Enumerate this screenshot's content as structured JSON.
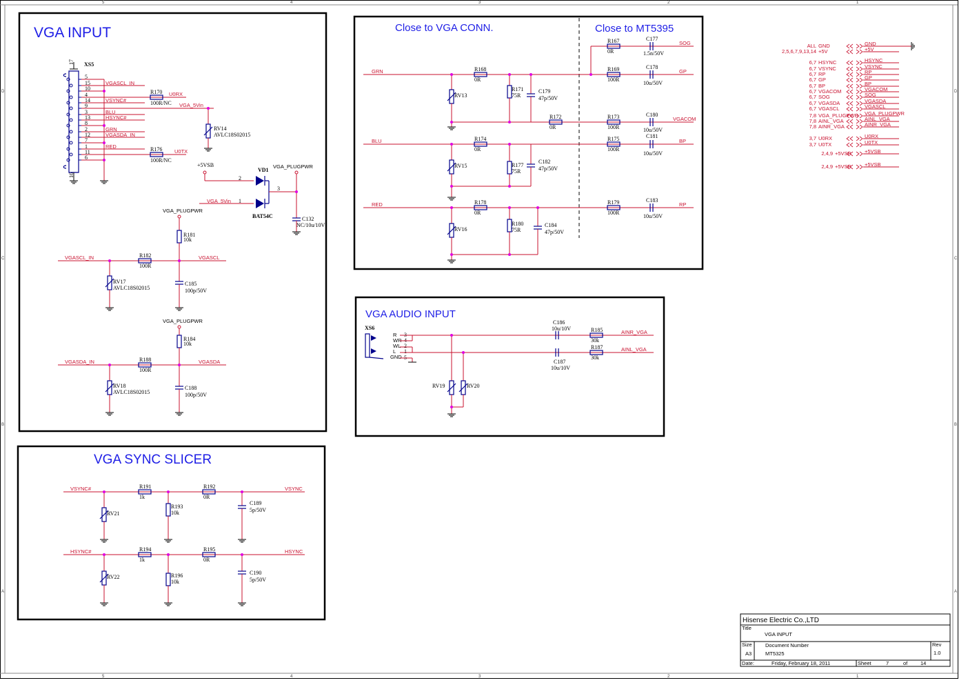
{
  "frame": {
    "col_marks": [
      "5",
      "4",
      "3",
      "2",
      "1"
    ],
    "row_marks": [
      "D",
      "C",
      "B",
      "A"
    ]
  },
  "blocks": {
    "vga_input": "VGA INPUT",
    "close_conn": "Close to VGA CONN.",
    "close_mt": "Close to MT5395",
    "vga_audio": "VGA AUDIO INPUT",
    "sync_slicer": "VGA SYNC SLICER"
  },
  "connector_xs5": {
    "ref": "XS5",
    "top_pin": "17",
    "bottom_pin": "16",
    "pins": [
      "5",
      "15",
      "10",
      "4",
      "14",
      "9",
      "3",
      "13",
      "8",
      "2",
      "12",
      "7",
      "1",
      "11",
      "6"
    ],
    "nets": [
      "VGASCL_IN",
      "VSYNC#",
      "BLU",
      "HSYNC#",
      "GRN",
      "VGASDA_IN",
      "RED"
    ]
  },
  "components": {
    "r170": "R170",
    "r170v": "100R/NC",
    "u0rx": "U0RX",
    "vga5vin": "VGA_5Vin",
    "rv14": "RV14",
    "avlc": "AVLC18S02015",
    "r176": "R176",
    "r176v": "100R/NC",
    "u0tx": "U0TX",
    "p5vsb": "+5VSB",
    "vd1": "VD1",
    "bat": "BAT54C",
    "plugpwr": "VGA_PLUGPWR",
    "c132": "C132",
    "c132v": "NC/10u/10V",
    "r181": "R181",
    "r181v": "10k",
    "r182": "R182",
    "r182v": "100R",
    "vgascl": "VGASCL",
    "vgascl_in": "VGASCL_IN",
    "rv17": "RV17",
    "c185": "C185",
    "c185v": "100p/50V",
    "r184": "R184",
    "r184v": "10k",
    "r188": "R188",
    "r188v": "100R",
    "vgasda": "VGASDA",
    "vgasda_in": "VGASDA_IN",
    "rv18": "RV18",
    "c188": "C188",
    "c188v": "100p/50V",
    "pin1": "1",
    "pin2": "2",
    "pin3": "3"
  },
  "rgb": {
    "r167": "R167",
    "r167v": "0R",
    "c177": "C177",
    "c177v": "1.5n/50V",
    "sog": "SOG",
    "grn": "GRN",
    "r168": "R168",
    "r168v": "0R",
    "r169": "R169",
    "r169v": "100R",
    "c178": "C178",
    "c178v": "10u/50V",
    "gp": "GP",
    "rv13": "RV13",
    "r171": "R171",
    "r171v": "75R",
    "c179": "C179",
    "c179v": "47p/50V",
    "r172": "R172",
    "r172v": "0R",
    "r173": "R173",
    "r173v": "100R",
    "c180": "C180",
    "c180v": "10u/50V",
    "vgacom": "VGACOM",
    "blu": "BLU",
    "r174": "R174",
    "r174v": "0R",
    "r175": "R175",
    "r175v": "100R",
    "c181": "C181",
    "c181v": "10u/50V",
    "bp": "BP",
    "rv15": "RV15",
    "r177": "R177",
    "r177v": "75R",
    "c182": "C182",
    "c182v": "47p/50V",
    "red": "RED",
    "r178": "R178",
    "r178v": "0R",
    "r179": "R179",
    "r179v": "100R",
    "c183": "C183",
    "c183v": "10u/50V",
    "rp": "RP",
    "rv16": "RV16",
    "r180": "R180",
    "r180v": "75R",
    "c184": "C184",
    "c184v": "47p/50V"
  },
  "audio": {
    "xs6": "XS6",
    "pins": [
      "3",
      "4",
      "2",
      "1",
      "5"
    ],
    "plabels": [
      "R",
      "WR",
      "WL",
      "L",
      "GND"
    ],
    "c186": "C186",
    "c186v": "10u/10V",
    "c187": "C187",
    "c187v": "10u/10V",
    "r185": "R185",
    "r185v": "30k",
    "r187": "R187",
    "r187v": "30k",
    "ainr": "AINR_VGA",
    "ainl": "AINL_VGA",
    "rv19": "RV19",
    "rv20": "RV20"
  },
  "slicer": {
    "vsync_in": "VSYNC#",
    "vsync": "VSYNC",
    "hsync_in": "HSYNC#",
    "hsync": "HSYNC",
    "r191": "R191",
    "r191v": "1k",
    "r192": "R192",
    "r192v": "0R",
    "r193": "R193",
    "r193v": "10k",
    "c189": "C189",
    "c189v": "5p/50V",
    "rv21": "RV21",
    "rv22": "RV22",
    "r194": "R194",
    "r194v": "1k",
    "r195": "R195",
    "r195v": "0R",
    "r196": "R196",
    "r196v": "10k",
    "c190": "C190",
    "c190v": "5p/50V"
  },
  "port_list": [
    {
      "sheets": "ALL",
      "name": "GND",
      "port": "GND"
    },
    {
      "sheets": "2,5,6,7,9,13,14",
      "name": "+5V",
      "port": "+5V"
    },
    {
      "sheets": "6,7",
      "name": "HSYNC",
      "port": "HSYNC"
    },
    {
      "sheets": "6,7",
      "name": "VSYNC",
      "port": "VSYNC"
    },
    {
      "sheets": "6,7",
      "name": "RP",
      "port": "RP"
    },
    {
      "sheets": "6,7",
      "name": "GP",
      "port": "GP"
    },
    {
      "sheets": "6,7",
      "name": "BP",
      "port": "BP"
    },
    {
      "sheets": "6,7",
      "name": "VGACOM",
      "port": "VGACOM"
    },
    {
      "sheets": "6,7",
      "name": "SOG",
      "port": "SOG"
    },
    {
      "sheets": "6,7",
      "name": "VGASDA",
      "port": "VGASDA"
    },
    {
      "sheets": "6,7",
      "name": "VGASCL",
      "port": "VGASCL"
    },
    {
      "sheets": "7,8",
      "name": "VGA_PLUGPWR",
      "port": "VGA_PLUGPWR"
    },
    {
      "sheets": "7,8",
      "name": "AINL_VGA",
      "port": "AINL_VGA"
    },
    {
      "sheets": "7,8",
      "name": "AINR_VGA",
      "port": "AINR_VGA"
    },
    {
      "sheets": "3,7",
      "name": "U0RX",
      "port": "U0RX"
    },
    {
      "sheets": "3,7",
      "name": "U0TX",
      "port": "U0TX"
    },
    {
      "sheets": "2,4,9",
      "name": "+5VSB",
      "port": "+5VSB"
    },
    {
      "sheets": "2,4,9",
      "name": "+5VSB",
      "port": "+5VSB"
    }
  ],
  "title_block": {
    "company": "Hisense Electric Co.,LTD",
    "title_label": "Title",
    "title": "VGA INPUT",
    "size_label": "Size",
    "size": "A3",
    "docnum_label": "Document Number",
    "docnum": "MT5325",
    "rev_label": "Rev",
    "rev": "1.0",
    "date_label": "Date:",
    "date": "Friday, February 18, 2011",
    "sheet_label": "Sheet",
    "sheet": "7",
    "of_label": "of",
    "total": "14"
  }
}
